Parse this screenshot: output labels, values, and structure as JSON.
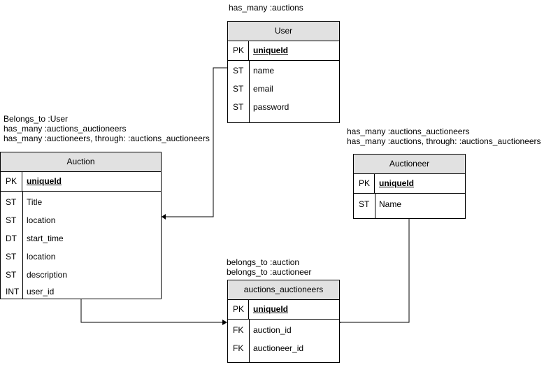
{
  "notes": {
    "user": "has_many :auctions",
    "auction": [
      "Belongs_to :User",
      "has_many :auctions_auctioneers",
      "has_many :auctioneers, through: :auctions_auctioneers"
    ],
    "auctioneer": [
      "has_many :auctions_auctioneers",
      "has_many :auctions, through: :auctions_auctioneers"
    ],
    "join": [
      "belongs_to :auction",
      "belongs_to :auctioneer"
    ]
  },
  "entities": {
    "user": {
      "title": "User",
      "pk": {
        "key": "PK",
        "name": "uniqueId"
      },
      "fields": [
        {
          "key": "ST",
          "name": "name"
        },
        {
          "key": "ST",
          "name": "email"
        },
        {
          "key": "ST",
          "name": "password"
        }
      ]
    },
    "auction": {
      "title": "Auction",
      "pk": {
        "key": "PK",
        "name": "uniqueId"
      },
      "fields": [
        {
          "key": "ST",
          "name": "Title"
        },
        {
          "key": "ST",
          "name": "location"
        },
        {
          "key": "DT",
          "name": "start_time"
        },
        {
          "key": "ST",
          "name": "location"
        },
        {
          "key": "ST",
          "name": "description"
        },
        {
          "key": "INT",
          "name": "user_id"
        }
      ]
    },
    "auctioneer": {
      "title": "Auctioneer",
      "pk": {
        "key": "PK",
        "name": "uniqueId"
      },
      "fields": [
        {
          "key": "ST",
          "name": "Name"
        }
      ]
    },
    "join": {
      "title": "auctions_auctioneers",
      "pk": {
        "key": "PK",
        "name": "uniqueId"
      },
      "fields": [
        {
          "key": "FK",
          "name": "auction_id"
        },
        {
          "key": "FK",
          "name": "auctioneer_id"
        }
      ]
    }
  },
  "colors": {
    "header": "#e1e1e1",
    "line": "#000000"
  }
}
